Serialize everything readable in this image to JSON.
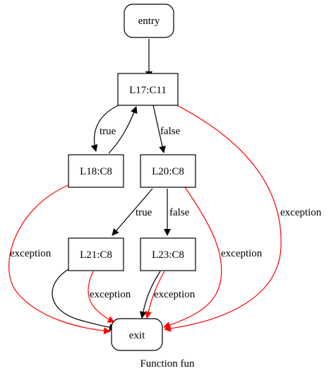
{
  "caption": "Function fun",
  "colors": {
    "normal_edge": "#000000",
    "exception_edge": "#ff0000"
  },
  "nodes": {
    "entry": "entry",
    "l17": "L17:C11",
    "l18": "L18:C8",
    "l20": "L20:C8",
    "l21": "L21:C8",
    "l23": "L23:C8",
    "exit": "exit"
  },
  "edges": [
    {
      "from": "entry",
      "to": "L17:C11",
      "label": "",
      "kind": "normal"
    },
    {
      "from": "L17:C11",
      "to": "L18:C8",
      "label": "true",
      "kind": "normal"
    },
    {
      "from": "L18:C8",
      "to": "L17:C11",
      "label": "",
      "kind": "normal"
    },
    {
      "from": "L17:C11",
      "to": "L20:C8",
      "label": "false",
      "kind": "normal"
    },
    {
      "from": "L17:C11",
      "to": "exit",
      "label": "exception",
      "kind": "exception"
    },
    {
      "from": "L18:C8",
      "to": "exit",
      "label": "exception",
      "kind": "exception"
    },
    {
      "from": "L20:C8",
      "to": "L21:C8",
      "label": "true",
      "kind": "normal"
    },
    {
      "from": "L20:C8",
      "to": "L23:C8",
      "label": "false",
      "kind": "normal"
    },
    {
      "from": "L20:C8",
      "to": "exit",
      "label": "exception",
      "kind": "exception"
    },
    {
      "from": "L21:C8",
      "to": "exit",
      "label": "",
      "kind": "normal"
    },
    {
      "from": "L21:C8",
      "to": "exit",
      "label": "exception",
      "kind": "exception"
    },
    {
      "from": "L23:C8",
      "to": "exit",
      "label": "",
      "kind": "normal"
    },
    {
      "from": "L23:C8",
      "to": "exit",
      "label": "exception",
      "kind": "exception"
    }
  ]
}
